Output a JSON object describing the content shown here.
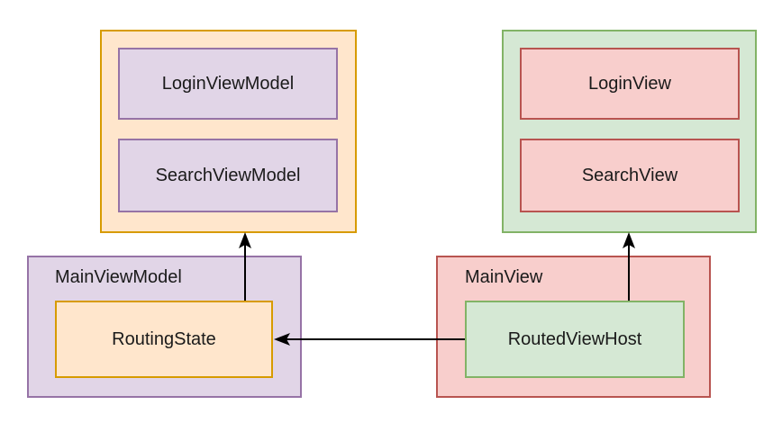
{
  "viewmodels_container": {
    "items": [
      {
        "label": "LoginViewModel"
      },
      {
        "label": "SearchViewModel"
      }
    ]
  },
  "views_container": {
    "items": [
      {
        "label": "LoginView"
      },
      {
        "label": "SearchView"
      }
    ]
  },
  "main_view_model": {
    "title": "MainViewModel",
    "child_label": "RoutingState"
  },
  "main_view": {
    "title": "MainView",
    "child_label": "RoutedViewHost"
  },
  "colors": {
    "orange_fill": "#ffe6cc",
    "orange_stroke": "#d79b00",
    "purple_fill": "#e1d5e7",
    "purple_stroke": "#9673a6",
    "green_fill": "#d5e8d4",
    "green_stroke": "#82b366",
    "red_fill": "#f8cecc",
    "red_stroke": "#b85450",
    "arrow": "#000000"
  }
}
